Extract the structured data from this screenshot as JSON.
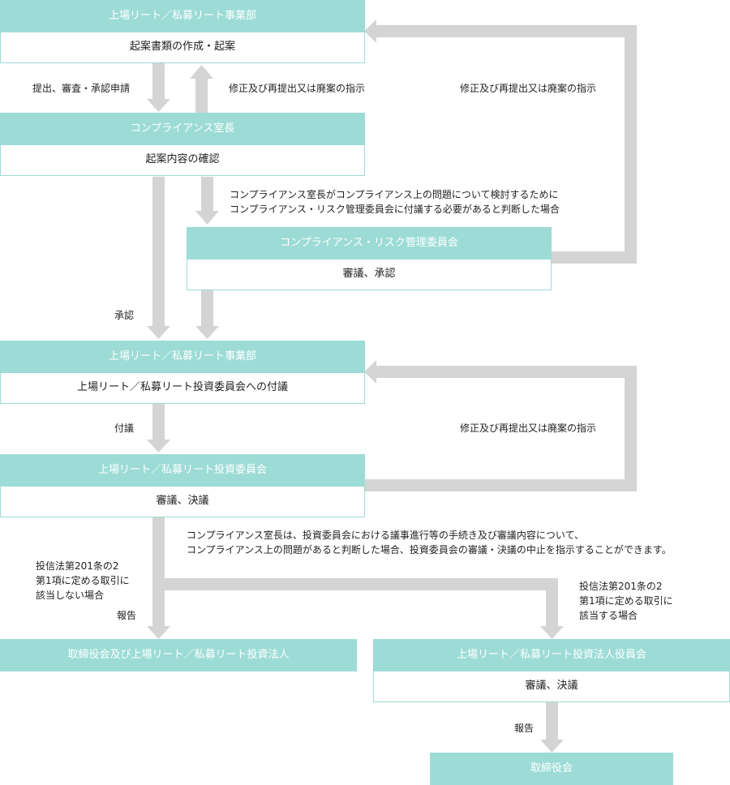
{
  "boxes": {
    "dept1": {
      "title": "上場リート／私募リート事業部",
      "body": "起案書類の作成・起案"
    },
    "compliance_officer": {
      "title": "コンプライアンス室長",
      "body": "起案内容の確認"
    },
    "risk_committee": {
      "title": "コンプライアンス・リスク管理委員会",
      "body": "審議、承認"
    },
    "dept2": {
      "title": "上場リート／私募リート事業部",
      "body": "上場リート／私募リート投資委員会への付議"
    },
    "investment_committee": {
      "title": "上場リート／私募リート投資委員会",
      "body": "審議、決議"
    },
    "board_and_corp": {
      "title": "取締役会及び上場リート／私募リート投資法人"
    },
    "corp_board": {
      "title": "上場リート／私募リート投資法人役員会",
      "body": "審議、決議"
    },
    "board": {
      "title": "取締役会"
    }
  },
  "labels": {
    "submit": "提出、審査・承認申請",
    "revise1": "修正及び再提出又は廃案の指示",
    "revise2": "修正及び再提出又は廃案の指示",
    "refer_line1": "コンプライアンス室長がコンプライアンス上の問題について検討するために",
    "refer_line2": "コンプライアンス・リスク管理委員会に付議する必要があると判断した場合",
    "approve": "承認",
    "propose": "付議",
    "revise3": "修正及び再提出又は廃案の指示",
    "note_line1": "コンプライアンス室長は、投資委員会における議事進行等の手続き及び審議内容について、",
    "note_line2": "コンプライアンス上の問題があると判断した場合、投資委員会の審議・決議の中止を指示することができます。",
    "not_applicable_1": "投信法第201条の2",
    "not_applicable_2": "第1項に定める取引に",
    "not_applicable_3": "該当しない場合",
    "report1": "報告",
    "applicable_1": "投信法第201条の2",
    "applicable_2": "第1項に定める取引に",
    "applicable_3": "該当する場合",
    "report2": "報告"
  },
  "colors": {
    "box_header": "#9ddcd6",
    "arrow": "#d4d4d4"
  }
}
